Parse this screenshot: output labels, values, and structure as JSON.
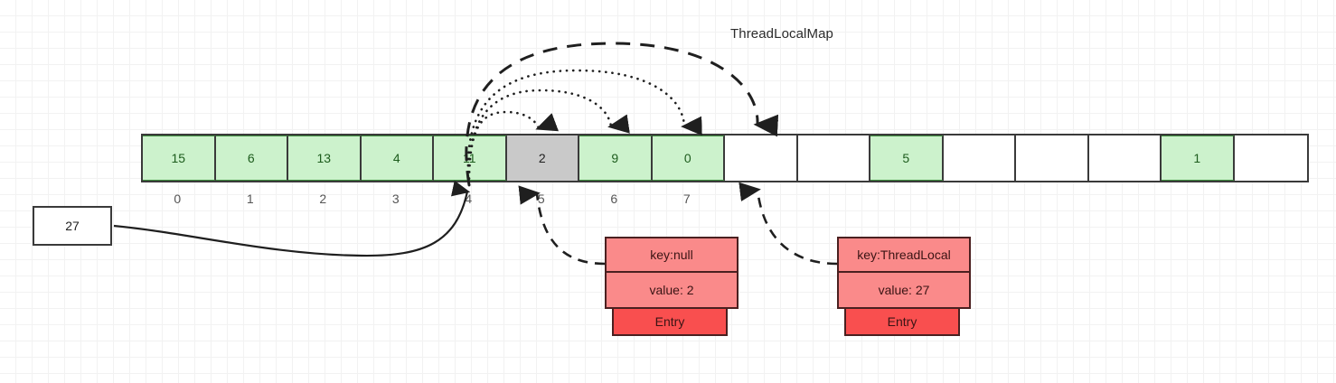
{
  "diagram": {
    "title": "ThreadLocalMap",
    "type": "hash-table-open-addressing"
  },
  "source_value": {
    "label": "27"
  },
  "slot_annotation": {
    "label": "27"
  },
  "array": {
    "slot_count": 16,
    "indexed_slot_count": 8,
    "cells": [
      {
        "index": "0",
        "value": "15",
        "state": "filled"
      },
      {
        "index": "1",
        "value": "6",
        "state": "filled"
      },
      {
        "index": "2",
        "value": "13",
        "state": "filled"
      },
      {
        "index": "3",
        "value": "4",
        "state": "filled"
      },
      {
        "index": "4",
        "value": "11",
        "state": "filled"
      },
      {
        "index": "5",
        "value": "2",
        "state": "stale"
      },
      {
        "index": "6",
        "value": "9",
        "state": "filled"
      },
      {
        "index": "7",
        "value": "0",
        "state": "filled"
      },
      {
        "index": "8",
        "value": "",
        "state": "empty"
      },
      {
        "index": "9",
        "value": "",
        "state": "empty"
      },
      {
        "index": "10",
        "value": "5",
        "state": "filled"
      },
      {
        "index": "11",
        "value": "",
        "state": "empty"
      },
      {
        "index": "12",
        "value": "",
        "state": "empty"
      },
      {
        "index": "13",
        "value": "",
        "state": "empty"
      },
      {
        "index": "14",
        "value": "1",
        "state": "filled"
      },
      {
        "index": "15",
        "value": "",
        "state": "empty"
      }
    ],
    "index_labels": [
      "0",
      "1",
      "2",
      "3",
      "4",
      "5",
      "6",
      "7"
    ]
  },
  "entries": [
    {
      "key": "key:null",
      "value": "value: 2",
      "type": "Entry",
      "points_to_index": "5"
    },
    {
      "key": "key:ThreadLocal",
      "value": "value: 27",
      "type": "Entry",
      "points_to_index": "8"
    }
  ],
  "probe_arrows": [
    {
      "from_index": "4",
      "to_index": "5",
      "style": "dotted"
    },
    {
      "from_index": "4",
      "to_index": "6",
      "style": "dotted"
    },
    {
      "from_index": "4",
      "to_index": "7",
      "style": "dotted"
    },
    {
      "from_index": "4",
      "to_index": "8",
      "style": "dashed"
    }
  ],
  "colors": {
    "filled_cell": "#ccf2cc",
    "stale_cell": "#c9c9c9",
    "empty_cell": "#ffffff",
    "entry_body": "#fa8a8a",
    "entry_tab": "#f94f4f",
    "stroke": "#1f1f1f"
  }
}
